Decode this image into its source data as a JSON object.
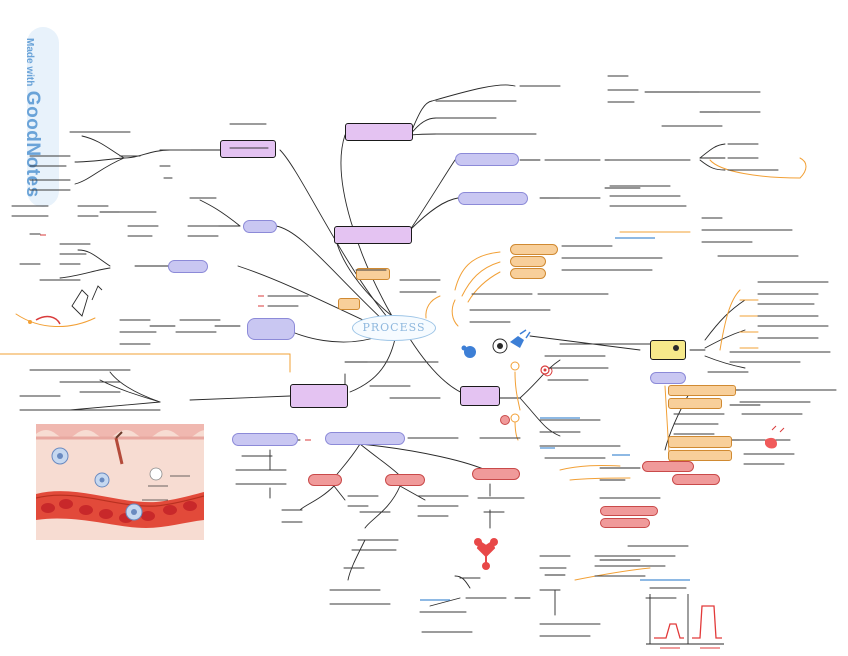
{
  "badge": {
    "made": "Made with",
    "brand": "GoodNotes"
  },
  "center": "PROCESS",
  "colors": {
    "purple": "#e4c3f2",
    "lavender": "#c9c7f2",
    "orange": "#f8cf9a",
    "red": "#f09a9a",
    "yellow": "#f6e98a",
    "link": "#2a2a2a",
    "accent": "#f2a036"
  }
}
